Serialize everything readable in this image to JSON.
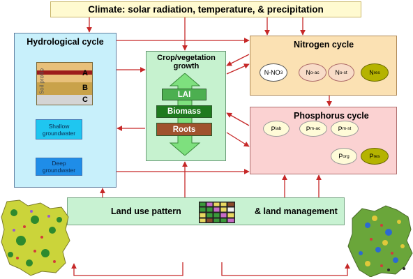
{
  "climate": {
    "label": "Climate: solar radiation, temperature, & precipitation"
  },
  "hydro": {
    "title": "Hydrological cycle",
    "soil_profile_label": "Soil profile",
    "horizons": [
      "A",
      "B",
      "C"
    ],
    "shallow_gw": "Shallow groundwater",
    "deep_gw": "Deep groundwater"
  },
  "crop": {
    "title": "Crop/vegetation growth",
    "lai": "LAI",
    "biomass": "Biomass",
    "roots": "Roots"
  },
  "nitrogen": {
    "title": "Nitrogen cycle",
    "nodes": [
      {
        "base": "N-NO",
        "sub": "3"
      },
      {
        "base": "N",
        "sub": "o-ac"
      },
      {
        "base": "N",
        "sub": "o-st"
      },
      {
        "base": "N",
        "sub": "res"
      }
    ]
  },
  "phosphorus": {
    "title": "Phosphorus cycle",
    "nodes": [
      {
        "base": "P",
        "sub": "lab"
      },
      {
        "base": "P",
        "sub": "m-ac"
      },
      {
        "base": "P",
        "sub": "m-st"
      },
      {
        "base": "P",
        "sub": "org"
      },
      {
        "base": "P",
        "sub": "res"
      }
    ]
  },
  "land": {
    "left_label": "Land use pattern",
    "right_label": "& land management"
  },
  "colors": {
    "arrow": "#c62828",
    "gray_arrow": "#8a8a8a",
    "lai": "#4caf50",
    "biomass": "#1f7a1f",
    "roots": "#a0522d",
    "n_res": "#b5b300",
    "p_res": "#b5b300"
  }
}
